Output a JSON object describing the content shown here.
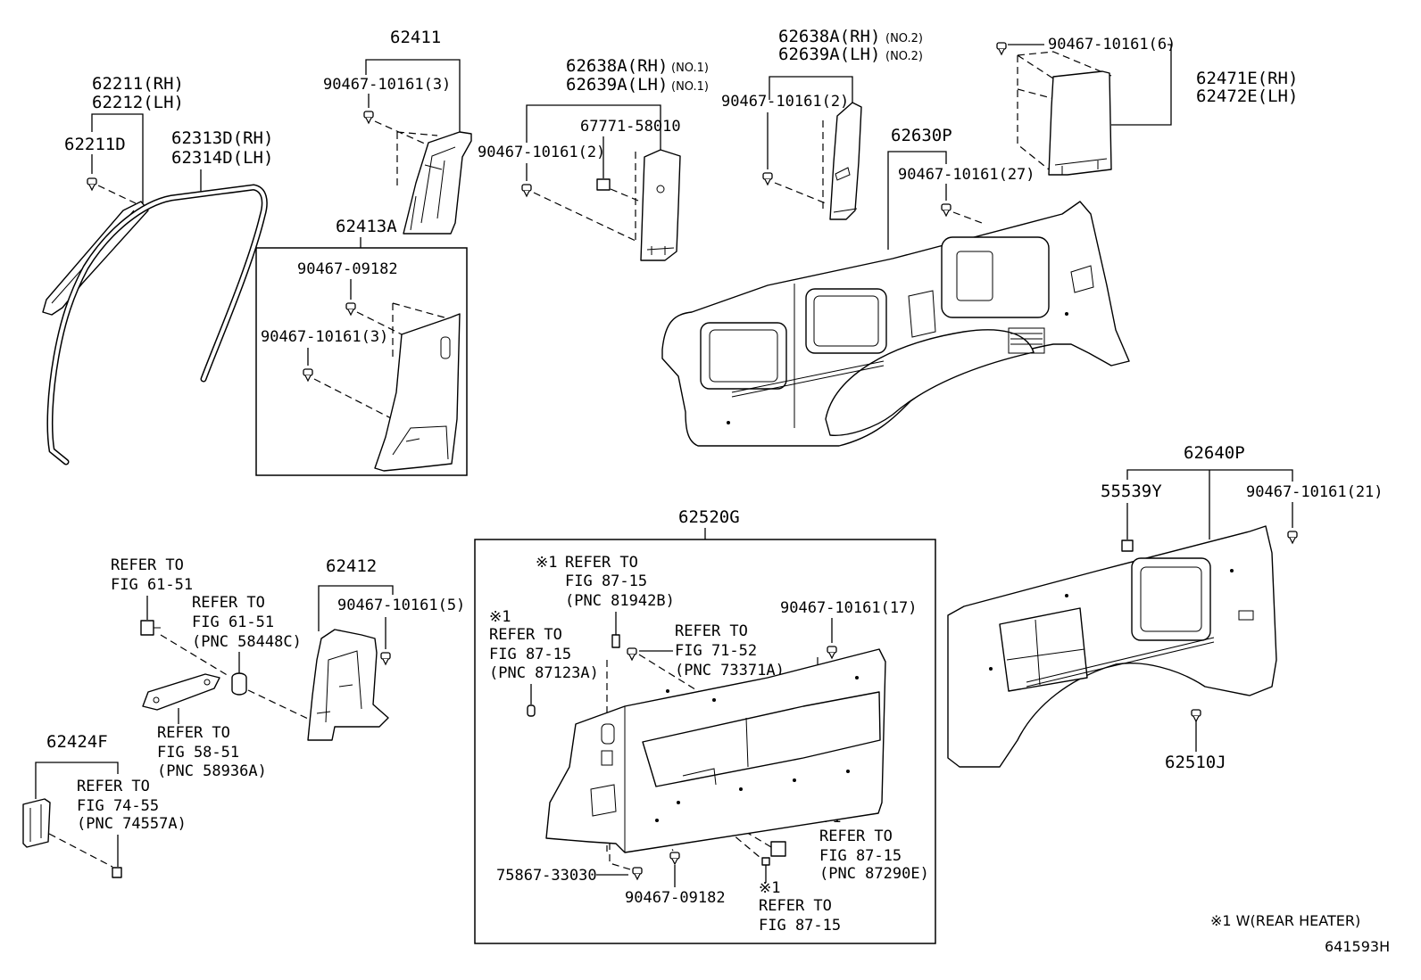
{
  "a_pillar": {
    "rh": "62211(RH)",
    "lh": "62212(LH)",
    "clip": "62211D"
  },
  "weatherstrip": {
    "rh": "62313D(RH)",
    "lh": "62314D(LH)"
  },
  "garnish_62411": {
    "part": "62411",
    "clip": "90467-10161(3)"
  },
  "box_62413a": {
    "part": "62413A",
    "clip_a": "90467-09182",
    "clip_b": "90467-10161(3)"
  },
  "pillar_no1": {
    "rh": "62638A(RH)",
    "rh_note": "(NO.1)",
    "lh": "62639A(LH)",
    "lh_note": "(NO.1)",
    "clip_a": "67771-58010",
    "clip_b": "90467-10161(2)"
  },
  "pillar_no2": {
    "rh": "62638A(RH)",
    "rh_note": "(NO.2)",
    "lh": "62639A(LH)",
    "lh_note": "(NO.2)",
    "clip": "90467-10161(2)"
  },
  "panel_62630p": {
    "part": "62630P",
    "clip": "90467-10161(27)"
  },
  "garnish_62471e": {
    "clip": "90467-10161(6)",
    "rh": "62471E(RH)",
    "lh": "62472E(LH)"
  },
  "panel_62640p": {
    "part": "62640P",
    "clip_a": "55539Y",
    "clip_b": "90467-10161(21)",
    "clip_c": "62510J"
  },
  "garnish_62412": {
    "part": "62412",
    "clip": "90467-10161(5)"
  },
  "refs_left": {
    "bolt": [
      "REFER TO",
      "FIG 61-51"
    ],
    "grommet": [
      "REFER TO",
      "FIG 61-51",
      "(PNC 58448C)"
    ],
    "bracket": [
      "REFER TO",
      "FIG 58-51",
      "(PNC 58936A)"
    ]
  },
  "holder_62424f": {
    "part": "62424F",
    "ref": [
      "REFER TO",
      "FIG 74-55",
      "(PNC 74557A)"
    ]
  },
  "box_62520g": {
    "part": "62520G",
    "clip_a": "90467-10161(17)",
    "clip_b": "75867-33030",
    "clip_c": "90467-09182",
    "ref_81942b": {
      "mark": "※1",
      "lines": [
        "REFER TO",
        "FIG 87-15",
        "(PNC 81942B)"
      ]
    },
    "ref_87123a": {
      "mark": "※1",
      "lines": [
        "REFER TO",
        "FIG 87-15",
        "(PNC 87123A)"
      ]
    },
    "ref_73371a": {
      "lines": [
        "REFER TO",
        "FIG 71-52",
        "(PNC 73371A)"
      ]
    },
    "ref_87290e": {
      "mark": "※1",
      "lines": [
        "REFER TO",
        "FIG 87-15",
        "(PNC 87290E)"
      ]
    },
    "ref_87_15": {
      "mark": "※1",
      "lines": [
        "REFER TO",
        "FIG 87-15"
      ]
    }
  },
  "footnote": "※1 W(REAR HEATER)",
  "figure_code": "641593H"
}
